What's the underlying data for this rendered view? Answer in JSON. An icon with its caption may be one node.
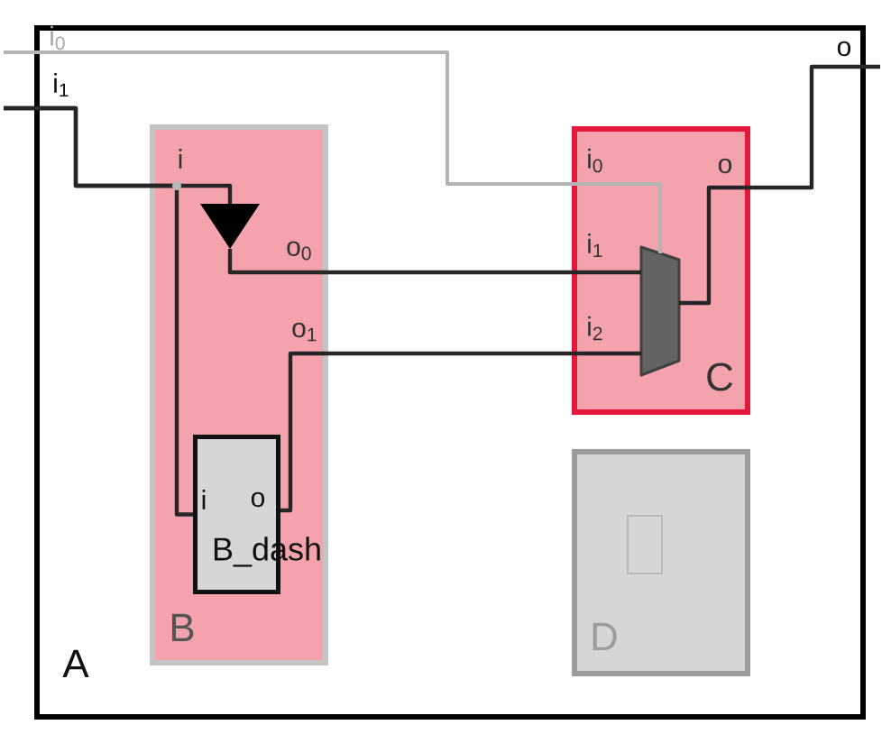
{
  "diagram": {
    "nodes": [
      {
        "text": [
          "i$_{0}$",
          "o",
          "i$_{1}$",
          "A"
        ]
      },
      {
        "text": [
          "i",
          "o$_{0}$",
          "o$_{1}$",
          "B"
        ],
        "in": 0
      },
      {
        "text": [],
        "shape": "triangle",
        "in": 1
      },
      {
        "text": [
          "i",
          "o",
          "B_dash"
        ],
        "in": 1
      },
      {
        "text": [
          "i$_{0}$",
          "o",
          "i$_{1}$",
          "i$_{2}$",
          "C"
        ],
        "in": 0
      },
      {
        "text": [],
        "shape": "trapezoid",
        "in": 4
      },
      {
        "text": [
          "D"
        ],
        "in": 0
      },
      {
        "text": [],
        "shape": "box",
        "in": 6
      }
    ],
    "edges": [
      {
        "from": null,
        "to": 5,
        "arrow": "none",
        "color": "#b4b4b4"
      },
      {
        "from": null,
        "to": 2,
        "arrow": "none"
      },
      {
        "from": null,
        "to": 3,
        "arrow": "none"
      },
      {
        "from": 2,
        "to": 5,
        "arrow": "none"
      },
      {
        "from": 3,
        "to": 5,
        "arrow": "none"
      },
      {
        "from": 5,
        "to": null,
        "arrow": "none"
      }
    ]
  }
}
